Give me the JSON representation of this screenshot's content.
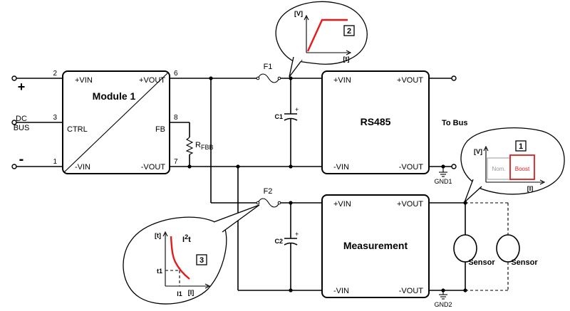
{
  "dc_bus": {
    "label_line1": "DC",
    "label_line2": "BUS",
    "plus": "+",
    "minus": "-"
  },
  "module1": {
    "title": "Module 1",
    "vin_pos": "+VIN",
    "vout_pos": "+VOUT",
    "ctrl": "CTRL",
    "fb": "FB",
    "vin_neg": "-VIN",
    "vout_neg": "-VOUT",
    "pin_2": "2",
    "pin_3": "3",
    "pin_1": "1",
    "pin_6": "6",
    "pin_8": "8",
    "pin_7": "7"
  },
  "resistor": {
    "name": "R",
    "sub": "FBB"
  },
  "fuses": {
    "f1": "F1",
    "f2": "F2"
  },
  "capacitors": {
    "c1": "C1",
    "c2": "C2",
    "plus": "+"
  },
  "rs485": {
    "title": "RS485",
    "vin_pos": "+VIN",
    "vout_pos": "+VOUT",
    "vin_neg": "-VIN",
    "vout_neg": "-VOUT",
    "to_bus": "To Bus",
    "ground": "GND1"
  },
  "measurement": {
    "title": "Measurement",
    "vin_pos": "+VIN",
    "vout_pos": "+VOUT",
    "vin_neg": "-VIN",
    "vout_neg": "-VOUT",
    "ground": "GND2"
  },
  "sensors": {
    "sensor_a": "Sensor",
    "sensor_b": "Sensor"
  },
  "callout_1": {
    "number": "1",
    "y_axis": "[V]",
    "x_axis": "[I]",
    "nom": "Nom.",
    "boost": "Boost",
    "colors": {
      "nom_text": "#9a9a9a",
      "boost": "#e31b1b"
    }
  },
  "callout_2": {
    "number": "2",
    "y_axis": "[V]",
    "x_axis": "[t]",
    "colors": {
      "curve": "#e31b1b"
    }
  },
  "callout_3": {
    "number": "3",
    "y_axis": "[t]",
    "x_axis": "[I]",
    "i2t_base": "I",
    "i2t_exp": "2",
    "i2t_t": "t",
    "t1": "t1",
    "i1": "I1",
    "colors": {
      "curve": "#e31b1b"
    }
  }
}
